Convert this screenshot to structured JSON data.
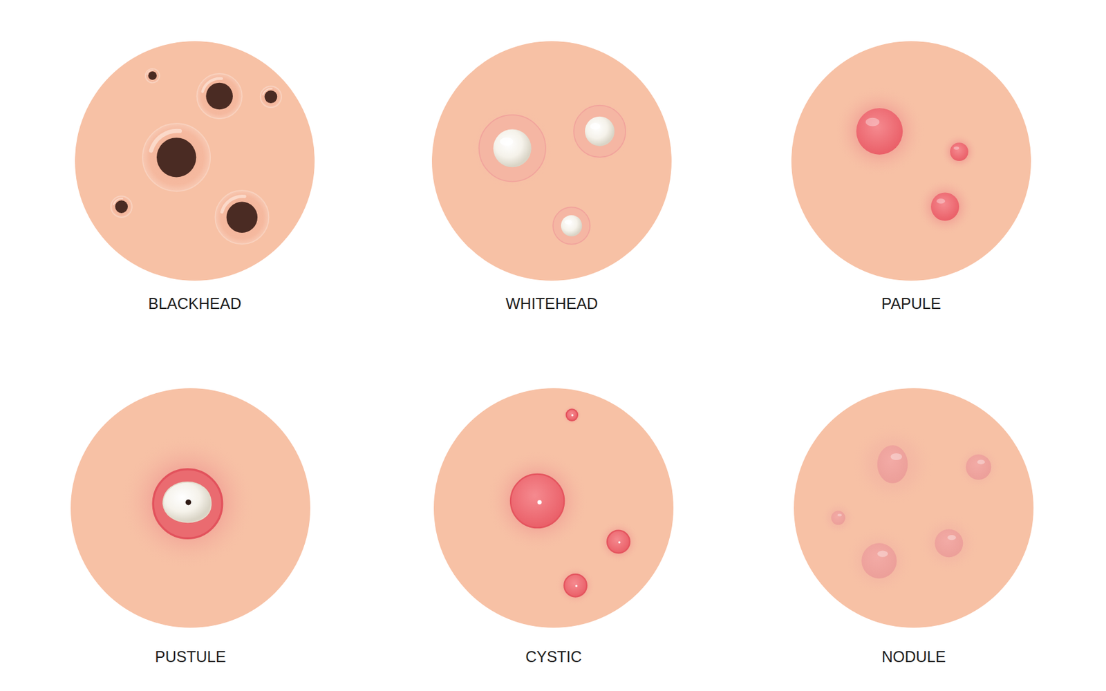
{
  "diagram": {
    "nodes": [
      {
        "text": [
          "BLACKHEAD"
        ]
      },
      {
        "text": [
          "WHITEHEAD"
        ]
      },
      {
        "text": [
          "PAPULE"
        ]
      },
      {
        "text": [
          "PUSTULE"
        ]
      },
      {
        "text": [
          "CYSTIC"
        ]
      },
      {
        "text": [
          "NODULE"
        ]
      }
    ]
  }
}
